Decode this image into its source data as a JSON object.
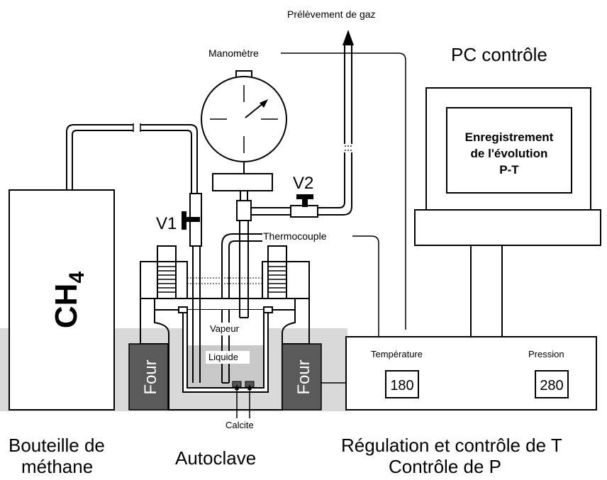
{
  "labels": {
    "gas_sampling": "Prélèvement de gaz",
    "manometer": "Manomètre",
    "pc_control": "PC contrôle",
    "valve_v1": "V1",
    "valve_v2": "V2",
    "thermocouple": "Thermocouple",
    "vapor": "Vapeur",
    "liquid": "Liquide",
    "calcite": "Calcite",
    "oven_left": "Four",
    "oven_right": "Four",
    "temperature": "Température",
    "pressure": "Pression",
    "bottle_gas": "CH",
    "bottle_gas_sub": "4",
    "bottle_caption_1": "Bouteille de",
    "bottle_caption_2": "méthane",
    "autoclave_caption": "Autoclave",
    "regulation_caption_1": "Régulation et contrôle de T",
    "regulation_caption_2": "Contrôle de P"
  },
  "screen_text": [
    "Enregistrement",
    "de l'évolution",
    "P-T"
  ],
  "readouts": {
    "temperature_value": "180",
    "pressure_value": "280"
  },
  "colors": {
    "oven": "#5a5a5a",
    "autoclave_shadow": "#d9d9d9",
    "liquid": "#c8c8c8",
    "line": "#000000"
  }
}
